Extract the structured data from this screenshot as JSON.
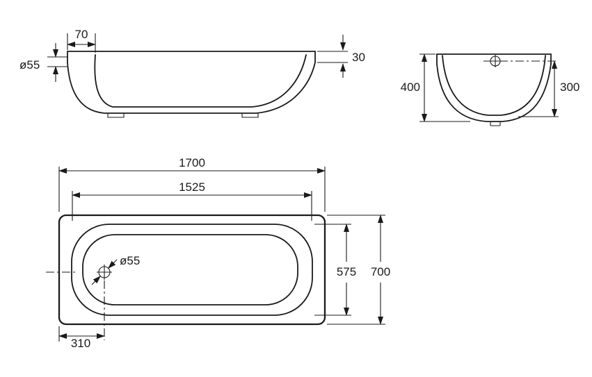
{
  "drawing": {
    "subject": "bathtub-dimension-drawing",
    "colors": {
      "line": "#1a1a1a",
      "background": "#ffffff"
    },
    "side_view": {
      "rim_width": "70",
      "overflow_diameter": "ø55",
      "rim_height": "30"
    },
    "end_view": {
      "overall_height": "400",
      "interior_depth": "300"
    },
    "plan_view": {
      "overall_length": "1700",
      "interior_length": "1525",
      "drain_diameter": "ø55",
      "interior_width": "575",
      "overall_width": "700",
      "drain_offset": "310"
    }
  }
}
